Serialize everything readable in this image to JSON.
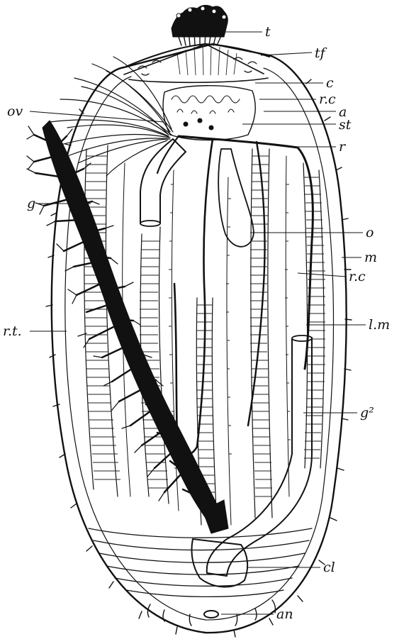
{
  "figure": {
    "labels": {
      "t": "t",
      "tf": "tf",
      "c": "c",
      "rc_top": "r.c",
      "a": "a",
      "st": "st",
      "ov": "ov",
      "r": "r",
      "g": "g",
      "o": "o",
      "m": "m",
      "rc_mid": "r.c",
      "lm": "l.m",
      "rt": "r.t.",
      "g2": "g²",
      "cl": "cl",
      "an": "an"
    }
  }
}
